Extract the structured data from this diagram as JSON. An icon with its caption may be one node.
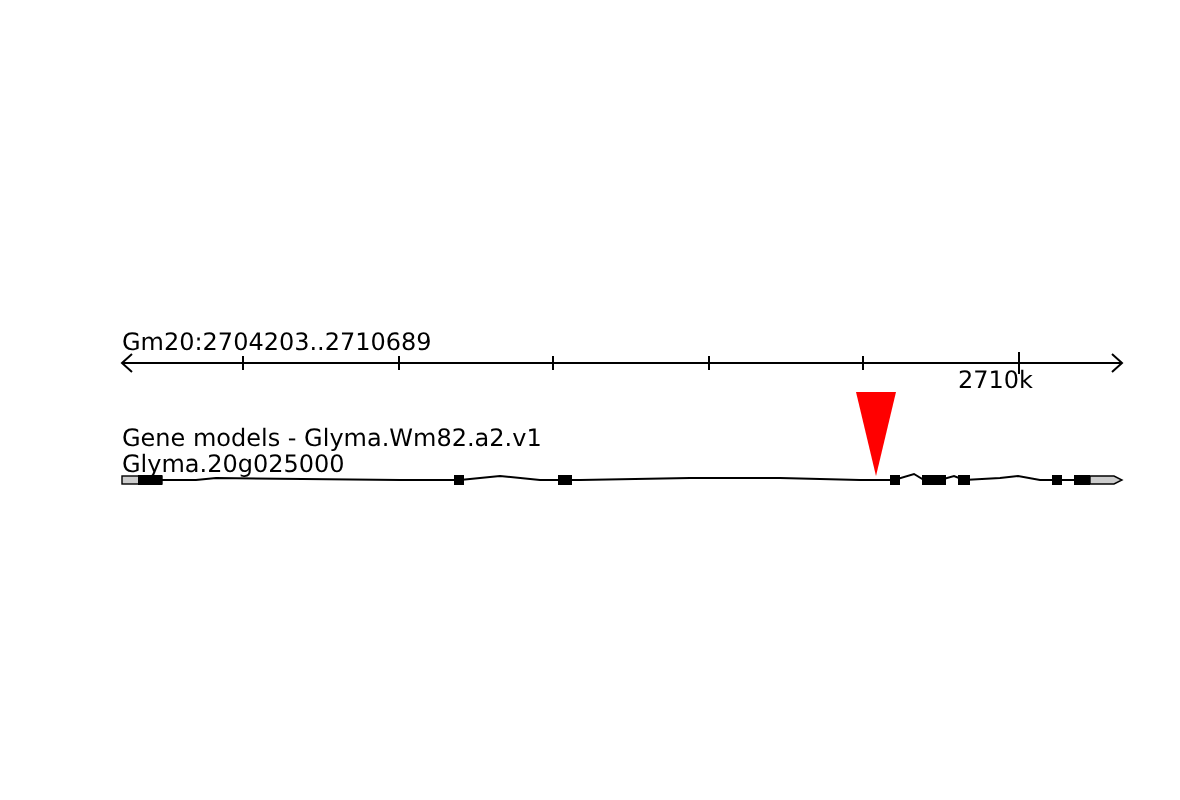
{
  "diagram": {
    "labels": [
      "Gm20:2704203..2710689",
      "2710k",
      "Gene models - Glyma.Wm82.a2.v1",
      "Glyma.20g025000"
    ]
  }
}
